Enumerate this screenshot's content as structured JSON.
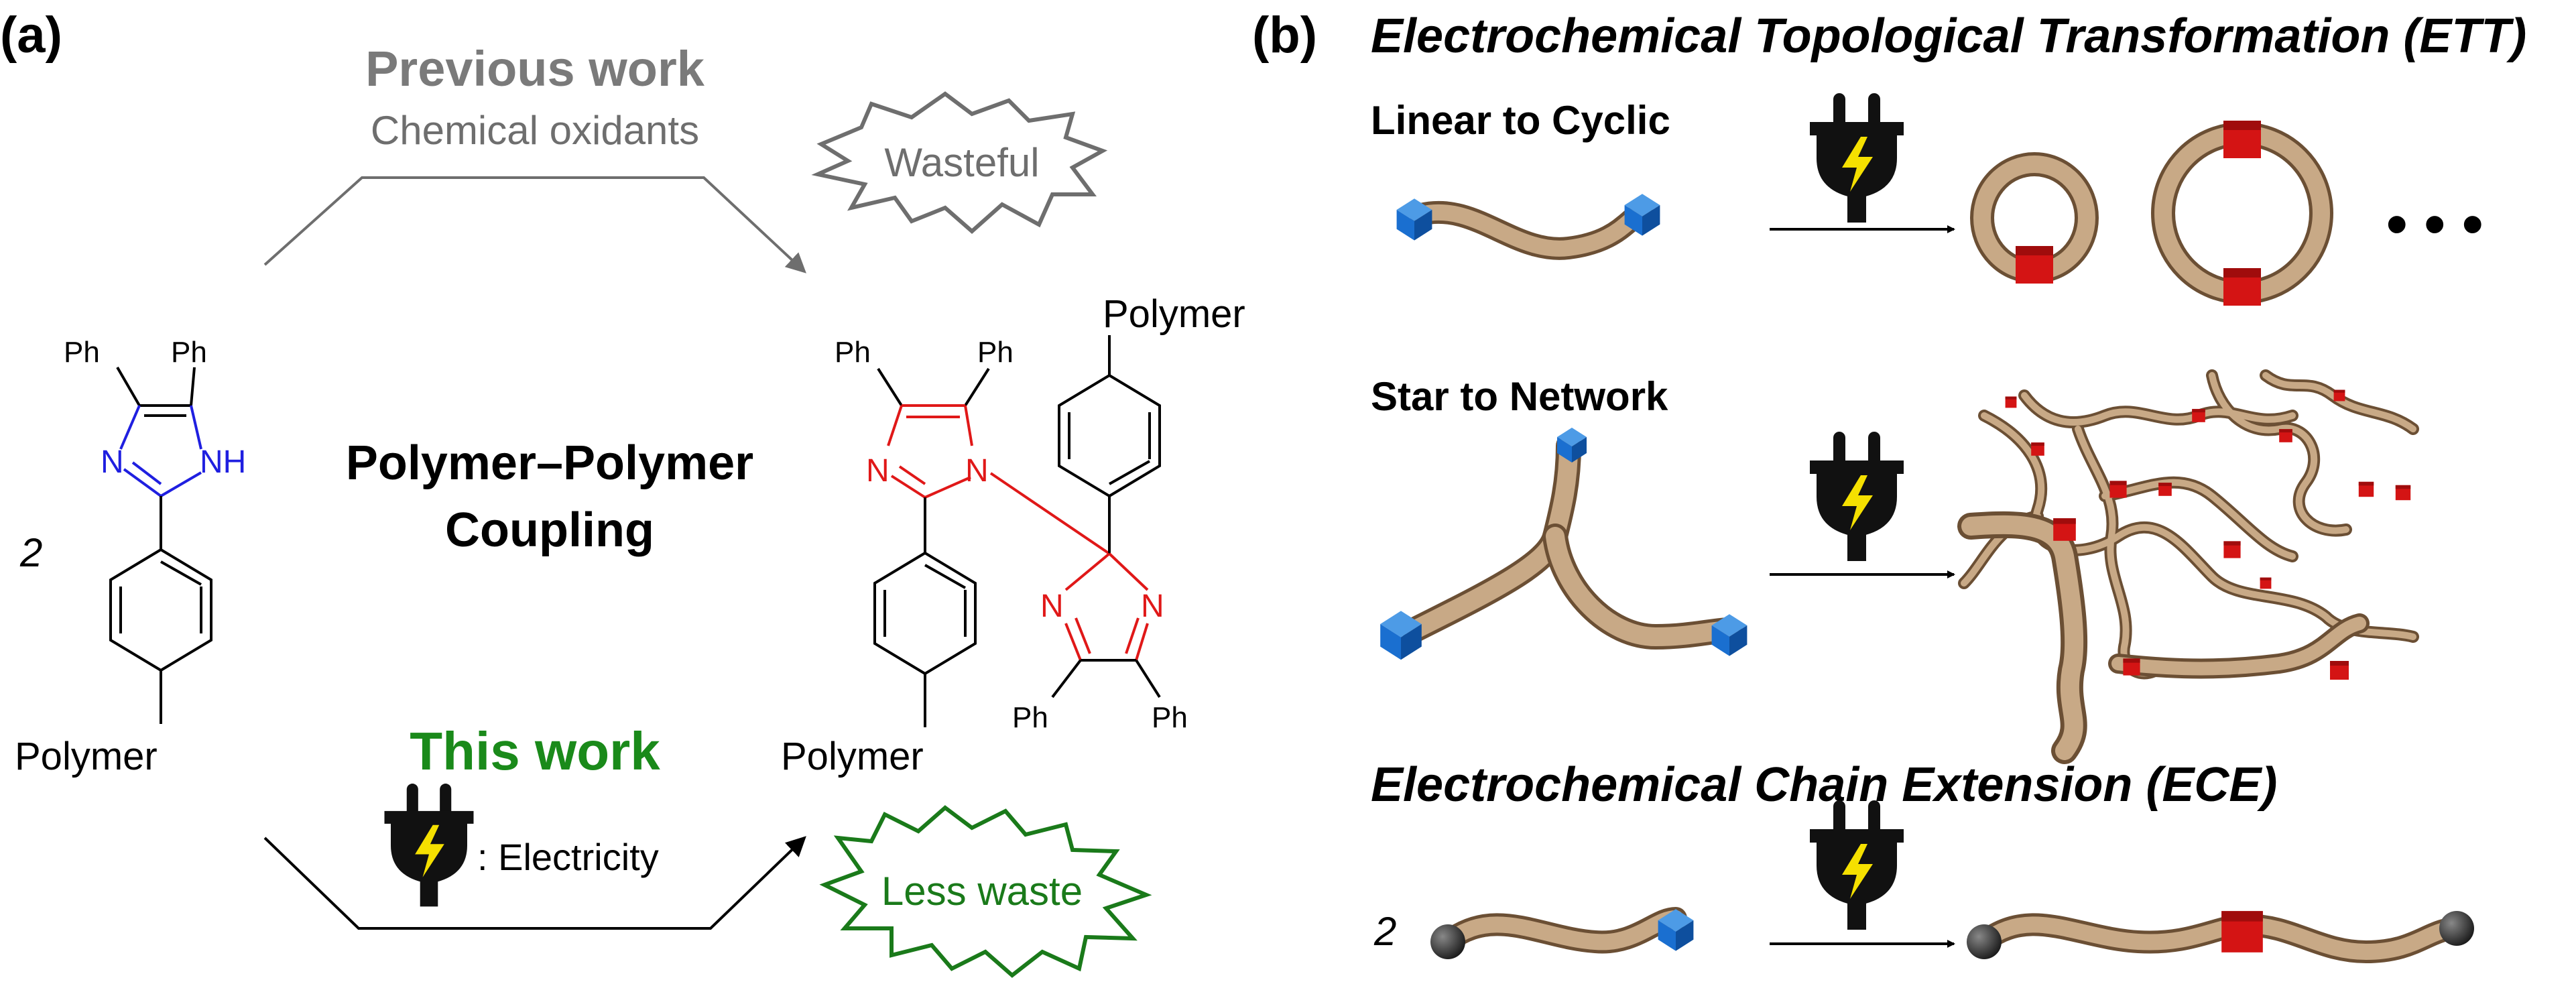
{
  "panel_a": {
    "label": "(a)",
    "previous_work": {
      "title": "Previous work",
      "subtitle": "Chemical oxidants",
      "burst_label": "Wasteful"
    },
    "center_title_line1": "Polymer–Polymer",
    "center_title_line2": "Coupling",
    "this_work": {
      "title": "This work",
      "electricity_label": ": Electricity",
      "burst_label": "Less waste"
    },
    "reactant": {
      "coefficient": "2",
      "substituent_1": "Ph",
      "substituent_2": "Ph",
      "atom_n": "N",
      "atom_nh": "NH",
      "polymer_label": "Polymer"
    },
    "product": {
      "ph_labels": [
        "Ph",
        "Ph",
        "Ph",
        "Ph"
      ],
      "n_labels": [
        "N",
        "N",
        "N",
        "N"
      ],
      "polymer_top": "Polymer",
      "polymer_bottom": "Polymer"
    },
    "colors": {
      "previous": "#7a7a7a",
      "this_work": "#1a8a1a",
      "reactant_ring": "#1f1fe0",
      "product_ring": "#e01818"
    }
  },
  "panel_b": {
    "label": "(b)",
    "ett_title": "Electrochemical Topological Transformation (ETT)",
    "linear_to_cyclic": "Linear to Cyclic",
    "star_to_network": "Star to Network",
    "ece_title": "Electrochemical Chain Extension (ECE)",
    "ece_coefficient": "2",
    "ellipsis": "• • •",
    "colors": {
      "chain": "#c4a482",
      "end_group": "#1a6fd0",
      "linkage": "#cc1010",
      "cap": "#333333"
    }
  },
  "icons": [
    "electric-plug-icon"
  ]
}
